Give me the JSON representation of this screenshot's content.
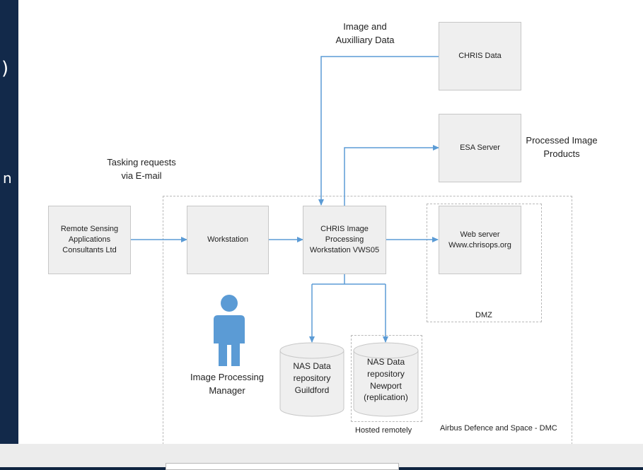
{
  "colors": {
    "background": "#0f2440",
    "canvas": "#ffffff",
    "box_fill": "#efefef",
    "box_border": "#c7c7c7",
    "arrow": "#5b9bd5",
    "person": "#5b9bd5",
    "zone_border": "#b9b9b9"
  },
  "left_strip": {
    "glyph_top": ")",
    "glyph_bottom": "n"
  },
  "nodes": {
    "chris_data": "CHRIS Data",
    "esa_server": "ESA Server",
    "remote_sensing": "Remote Sensing\nApplications\nConsultants Ltd",
    "workstation": "Workstation",
    "chris_workstation": "CHRIS Image\nProcessing\nWorkstation VWS05",
    "web_server": "Web server\nWww.chrisops.org",
    "nas_guildford": "NAS Data\nrepository\nGuildford",
    "nas_newport": "NAS Data\nrepository\nNewport\n(replication)"
  },
  "labels": {
    "image_aux": "Image and\nAuxilliary Data",
    "processed_products": "Processed Image\nProducts",
    "tasking": "Tasking requests\nvia E-mail",
    "manager": "Image Processing\nManager"
  },
  "zones": {
    "dmz": "DMZ",
    "hosted": "Hosted remotely",
    "airbus": "Airbus Defence and Space - DMC"
  },
  "icons": {
    "manager_icon": "person-icon"
  }
}
